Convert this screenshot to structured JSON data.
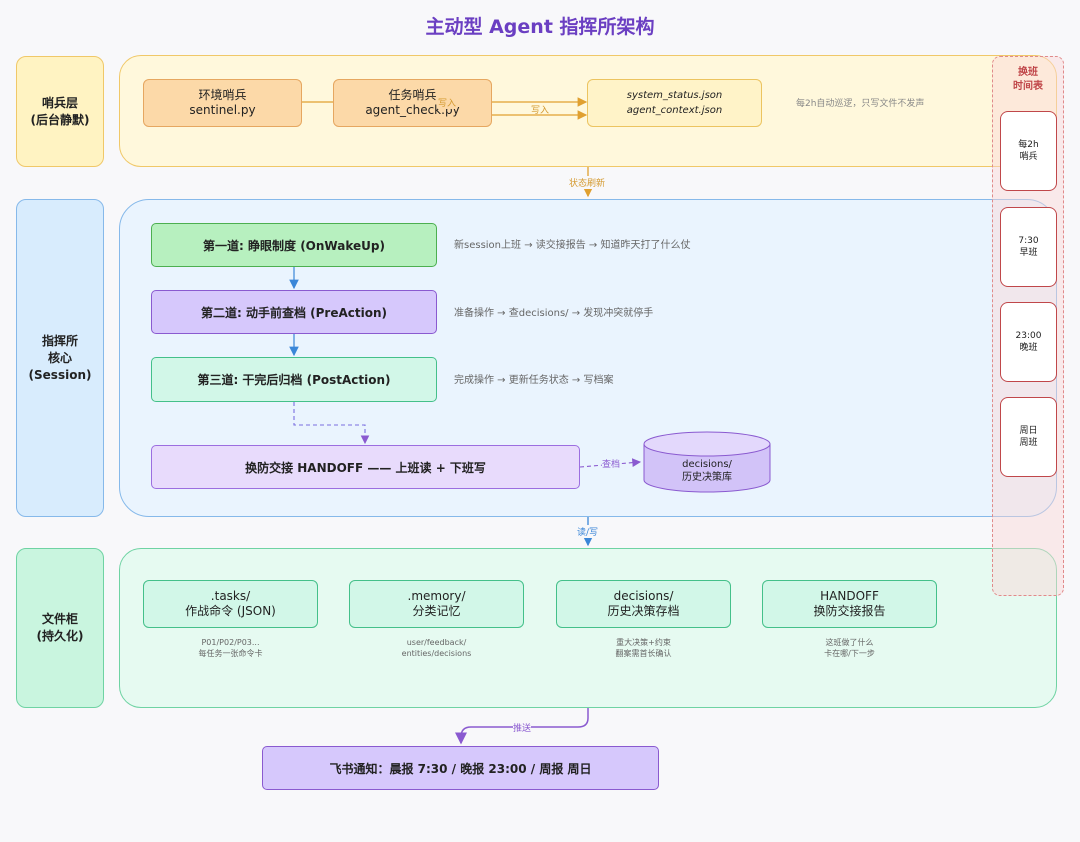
{
  "title": "主动型 Agent 指挥所架构",
  "layers": {
    "sentry": "哨兵层\n(后台静默)",
    "command": "指挥所\n核心\n(Session)",
    "cabinet": "文件柜\n(持久化)"
  },
  "sentry": {
    "env_sentinel": "环境哨兵\nsentinel.py",
    "task_sentinel": "任务哨兵\nagent_check.py",
    "status_files": [
      "system_status.json",
      "agent_context.json"
    ],
    "write_label_1": "写入",
    "write_label_2": "写入",
    "note": "每2h自动巡逻，只写文件不发声"
  },
  "edges": {
    "status_refresh": "状态刷新",
    "read_write": "读/写",
    "lookup": "查档",
    "push": "推送"
  },
  "command": {
    "step1": "第一道: 睁眼制度 (OnWakeUp)",
    "step1_note": "新session上班 → 读交接报告 → 知道昨天打了什么仗",
    "step2": "第二道: 动手前查档 (PreAction)",
    "step2_note": "准备操作 → 查decisions/ → 发现冲突就停手",
    "step3": "第三道: 干完后归档 (PostAction)",
    "step3_note": "完成操作 → 更新任务状态 → 写档案",
    "handoff": "换防交接 HANDOFF —— 上班读 + 下班写",
    "decisions_db": "decisions/\n历史决策库"
  },
  "cabinet": {
    "items": [
      {
        "name": ".tasks/\n作战命令 (JSON)",
        "desc": "P01/P02/P03...\n每任务一张命令卡"
      },
      {
        "name": ".memory/\n分类记忆",
        "desc": "user/feedback/\nentities/decisions"
      },
      {
        "name": "decisions/\n历史决策存档",
        "desc": "重大决策+约束\n翻案需首长确认"
      },
      {
        "name": "HANDOFF\n换防交接报告",
        "desc": "这班做了什么\n卡在哪/下一步"
      }
    ]
  },
  "notify": "飞书通知：晨报 7:30 / 晚报 23:00 / 周报 周日",
  "schedule": {
    "title": "换班\n时间表",
    "slots": [
      "每2h\n哨兵",
      "7:30\n早班",
      "23:00\n晚班",
      "周日\n周班"
    ]
  },
  "colors": {
    "title": "#6b3fc2",
    "sentry_bg": "#fff8dc",
    "sentry_border": "#f0c060",
    "orange_node": "#fcd9a8",
    "command_bg": "#e8f3fe",
    "command_border": "#7eb6ec",
    "green_step": "#b7f0bf",
    "purple_step": "#d6c8fc",
    "teal_step": "#d2f7e8",
    "cabinet_bg": "#e4faf0",
    "cabinet_border": "#5fcc98",
    "schedule_border": "#e08080"
  }
}
